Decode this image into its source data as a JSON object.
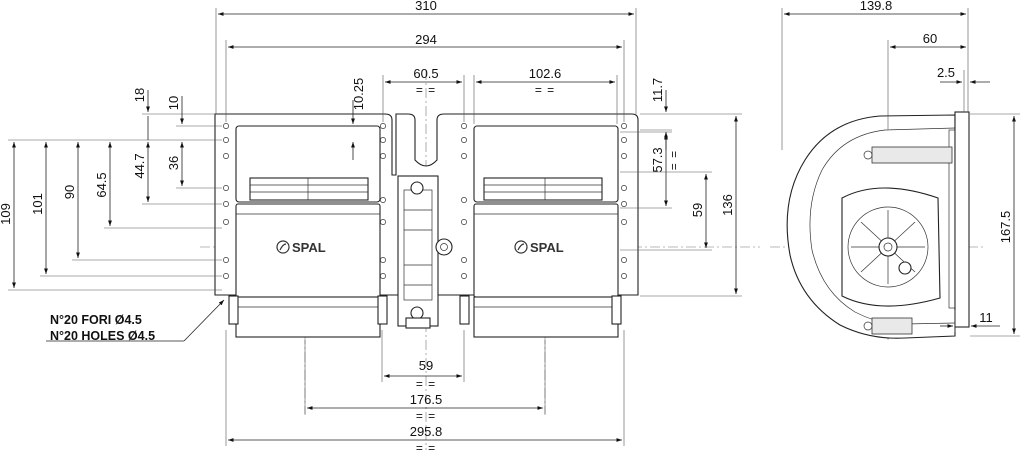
{
  "dimensions": {
    "top": {
      "overall_width": "310",
      "mount_width": "294",
      "center_gap": "60.5",
      "outlet_width": "102.6",
      "equal_mark": "= ="
    },
    "bottom": {
      "motor_width": "59",
      "outlet_span": "176.5",
      "base_width": "295.8",
      "equal_mark": "= ="
    },
    "left_vertical": {
      "total_109": "109",
      "v101": "101",
      "v90": "90",
      "v64_5": "64.5",
      "v44_7": "44.7",
      "v36": "36",
      "v18": "18",
      "v10": "10",
      "v10_25": "10.25"
    },
    "right_vertical": {
      "v11_7": "11.7",
      "v57_3": "57.3",
      "v59": "59",
      "v136": "136",
      "equal_mark": "= ="
    },
    "side_view": {
      "depth": "139.8",
      "v60": "60",
      "v2_5": "2.5",
      "height": "167.5",
      "v11": "11"
    }
  },
  "notes": {
    "holes_it": "N°20 FORI Ø4.5",
    "holes_en": "N°20 HOLES Ø4.5"
  },
  "brand": {
    "logo_left": "SPAL",
    "logo_right": "SPAL"
  },
  "colors": {
    "line": "#222222",
    "shade": "#e9e9e9",
    "background": "#ffffff"
  }
}
